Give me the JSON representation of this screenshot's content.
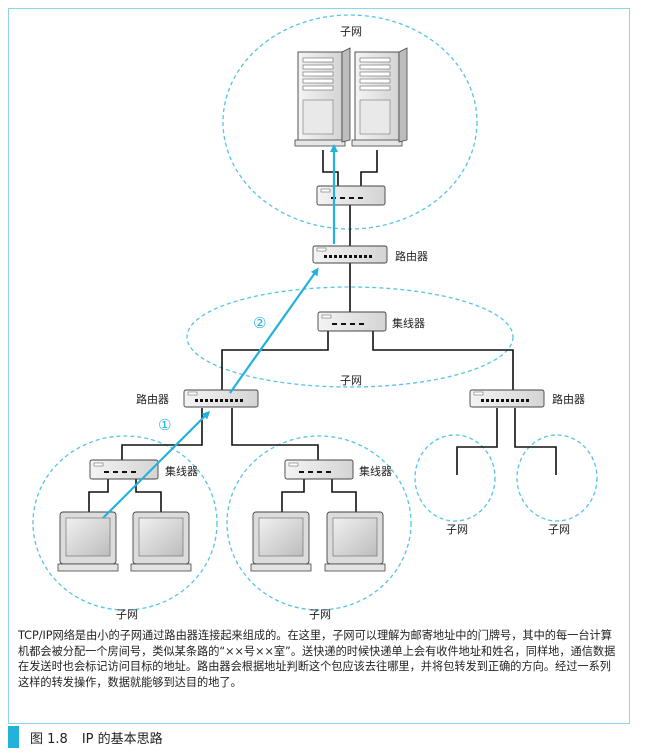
{
  "labels": {
    "subnet": "子网",
    "router": "路由器",
    "hub": "集线器",
    "step1": "①",
    "step2": "②"
  },
  "description": "TCP/IP网络是由小的子网通过路由器连接起来组成的。在这里，子网可以理解为邮寄地址中的门牌号，其中的每一台计算机都会被分配一个房间号，类似某条路的“××号××室”。送快递的时候快递单上会有收件地址和姓名，同样地，通信数据在发送时也会标记访问目标的地址。路由器会根据地址判断这个包应该去往哪里，并将包转发到正确的方向。经过一系列这样的转发操作，数据就能够到达目的地了。",
  "figure": {
    "number": "图 1.8",
    "title": "IP 的基本思路"
  },
  "colors": {
    "accent": "#22b2dc",
    "dashed": "#55c4e6",
    "line": "#111111"
  }
}
